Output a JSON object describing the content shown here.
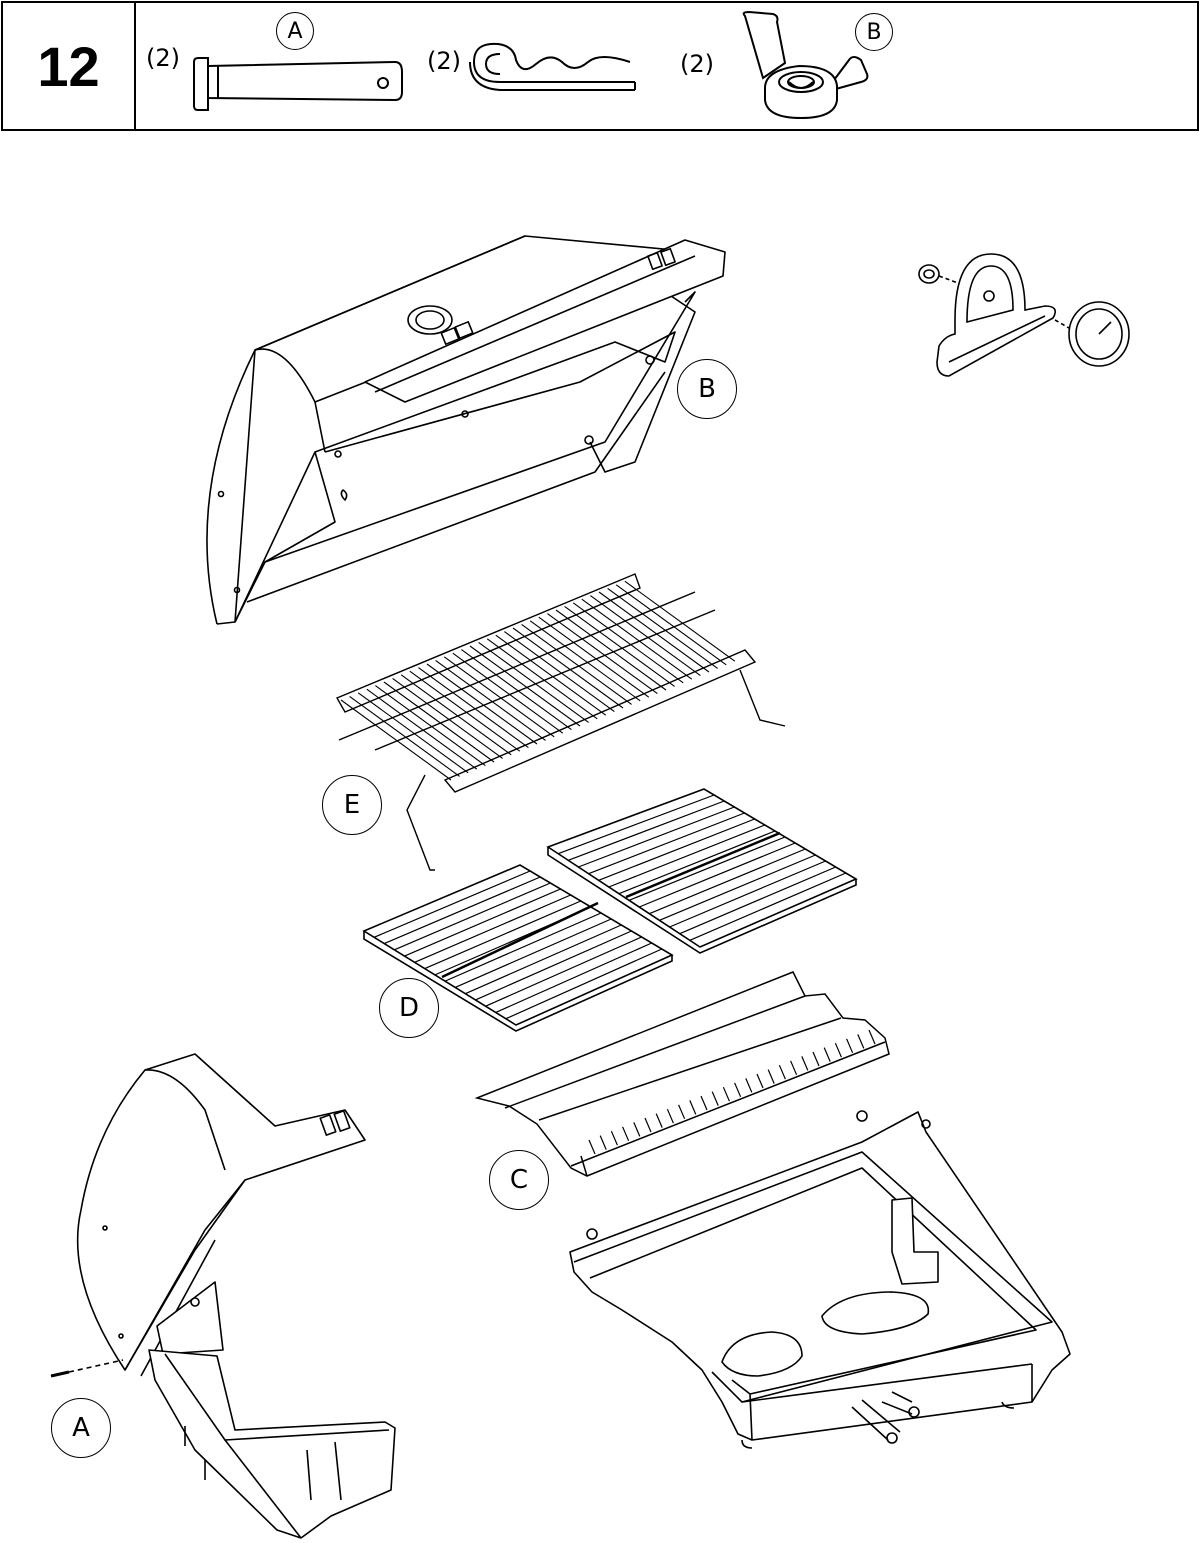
{
  "header": {
    "step_number": "12",
    "parts": [
      {
        "quantity": "(2)",
        "label": "A",
        "name": "clevis pin"
      },
      {
        "quantity": "(2)",
        "name": "hairpin cotter clip"
      },
      {
        "quantity": "(2)",
        "label": "B",
        "name": "wing nut"
      }
    ]
  },
  "callouts": {
    "lid_wingnut": "B",
    "warming_rack": "E",
    "cooking_grates": "D",
    "flame_tamer": "C",
    "hinge_pin": "A"
  },
  "colors": {
    "line": "#000000",
    "background": "#ffffff"
  }
}
